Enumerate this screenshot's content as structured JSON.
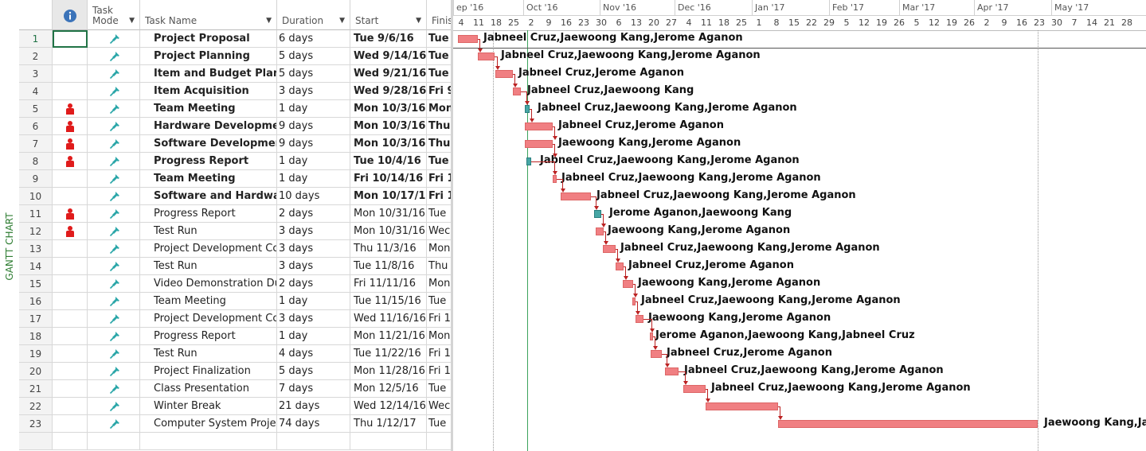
{
  "sidebar": {
    "label": "GANTT CHART"
  },
  "columns": {
    "indicators_icon": "info-icon",
    "task_mode": "Task Mode",
    "task_name": "Task Name",
    "duration": "Duration",
    "start": "Start",
    "finish": "Finis"
  },
  "tasks": [
    {
      "id": "1",
      "name": "Project Proposal",
      "duration": "6 days",
      "start": "Tue 9/6/16",
      "finish": "Tue",
      "bold": true,
      "person": false,
      "label": "Jabneel Cruz,Jaewoong Kang,Jerome Aganon",
      "color": "red"
    },
    {
      "id": "2",
      "name": "Project Planning",
      "duration": "5 days",
      "start": "Wed 9/14/16",
      "finish": "Tue",
      "bold": true,
      "person": false,
      "label": "Jabneel Cruz,Jaewoong Kang,Jerome Aganon",
      "color": "red"
    },
    {
      "id": "3",
      "name": "Item and Budget Plannin",
      "duration": "5 days",
      "start": "Wed 9/21/16",
      "finish": "Tue",
      "bold": true,
      "person": false,
      "label": "Jabneel Cruz,Jerome Aganon",
      "color": "red"
    },
    {
      "id": "4",
      "name": "Item Acquisition",
      "duration": "3 days",
      "start": "Wed 9/28/16",
      "finish": "Fri 9",
      "bold": true,
      "person": false,
      "label": "Jabneel Cruz,Jaewoong Kang",
      "color": "red"
    },
    {
      "id": "5",
      "name": "Team Meeting",
      "duration": "1 day",
      "start": "Mon 10/3/16",
      "finish": "Mon",
      "bold": true,
      "person": true,
      "label": "Jabneel Cruz,Jaewoong Kang,Jerome Aganon",
      "color": "teal"
    },
    {
      "id": "6",
      "name": "Hardware Development",
      "duration": "9 days",
      "start": "Mon 10/3/16",
      "finish": "Thu",
      "bold": true,
      "person": true,
      "label": "Jabneel Cruz,Jerome Aganon",
      "color": "red"
    },
    {
      "id": "7",
      "name": "Software Development",
      "duration": "9 days",
      "start": "Mon 10/3/16",
      "finish": "Thu",
      "bold": true,
      "person": true,
      "label": "Jaewoong Kang,Jerome Aganon",
      "color": "red"
    },
    {
      "id": "8",
      "name": "Progress Report",
      "duration": "1 day",
      "start": "Tue 10/4/16",
      "finish": "Tue",
      "bold": true,
      "person": true,
      "label": "Jabneel Cruz,Jaewoong Kang,Jerome Aganon",
      "color": "teal"
    },
    {
      "id": "9",
      "name": "Team Meeting",
      "duration": "1 day",
      "start": "Fri 10/14/16",
      "finish": "Fri 1",
      "bold": true,
      "person": false,
      "label": "Jabneel Cruz,Jaewoong Kang,Jerome Aganon",
      "color": "red"
    },
    {
      "id": "10",
      "name": "Software and Hardware I",
      "duration": "10 days",
      "start": "Mon 10/17/16",
      "finish": "Fri 1",
      "bold": true,
      "person": false,
      "label": "Jabneel Cruz,Jaewoong Kang,Jerome Aganon",
      "color": "red"
    },
    {
      "id": "11",
      "name": "Progress Report",
      "duration": "2 days",
      "start": "Mon 10/31/16",
      "finish": "Tue",
      "bold": false,
      "person": true,
      "label": "Jerome Aganon,Jaewoong Kang",
      "color": "teal"
    },
    {
      "id": "12",
      "name": "Test Run",
      "duration": "3 days",
      "start": "Mon 10/31/16",
      "finish": "Wec",
      "bold": false,
      "person": true,
      "label": "Jaewoong Kang,Jerome Aganon",
      "color": "red"
    },
    {
      "id": "13",
      "name": "Project Development Co",
      "duration": "3 days",
      "start": "Thu 11/3/16",
      "finish": "Mon",
      "bold": false,
      "person": false,
      "label": "Jabneel Cruz,Jaewoong Kang,Jerome Aganon",
      "color": "red"
    },
    {
      "id": "14",
      "name": "Test Run",
      "duration": "3 days",
      "start": "Tue 11/8/16",
      "finish": "Thu",
      "bold": false,
      "person": false,
      "label": "Jabneel Cruz,Jerome Aganon",
      "color": "red"
    },
    {
      "id": "15",
      "name": "Video Demonstration Du",
      "duration": "2 days",
      "start": "Fri 11/11/16",
      "finish": "Mon",
      "bold": false,
      "person": false,
      "label": "Jaewoong Kang,Jerome Aganon",
      "color": "red"
    },
    {
      "id": "16",
      "name": "Team Meeting",
      "duration": "1 day",
      "start": "Tue 11/15/16",
      "finish": "Tue",
      "bold": false,
      "person": false,
      "label": "Jabneel Cruz,Jaewoong Kang,Jerome Aganon",
      "color": "red"
    },
    {
      "id": "17",
      "name": "Project Development Co",
      "duration": "3 days",
      "start": "Wed 11/16/16",
      "finish": "Fri 1",
      "bold": false,
      "person": false,
      "label": "Jaewoong Kang,Jerome Aganon",
      "color": "red"
    },
    {
      "id": "18",
      "name": "Progress Report",
      "duration": "1 day",
      "start": "Mon 11/21/16",
      "finish": "Mon",
      "bold": false,
      "person": false,
      "label": "Jerome Aganon,Jaewoong Kang,Jabneel Cruz",
      "color": "red"
    },
    {
      "id": "19",
      "name": "Test Run",
      "duration": "4 days",
      "start": "Tue 11/22/16",
      "finish": "Fri 1",
      "bold": false,
      "person": false,
      "label": "Jabneel Cruz,Jerome Aganon",
      "color": "red"
    },
    {
      "id": "20",
      "name": "Project Finalization",
      "duration": "5 days",
      "start": "Mon 11/28/16",
      "finish": "Fri 1",
      "bold": false,
      "person": false,
      "label": "Jabneel Cruz,Jaewoong Kang,Jerome Aganon",
      "color": "red"
    },
    {
      "id": "21",
      "name": "Class Presentation",
      "duration": "7 days",
      "start": "Mon 12/5/16",
      "finish": "Tue",
      "bold": false,
      "person": false,
      "label": "Jabneel Cruz,Jaewoong Kang,Jerome Aganon",
      "color": "red"
    },
    {
      "id": "22",
      "name": "Winter Break",
      "duration": "21 days",
      "start": "Wed 12/14/16",
      "finish": "Wec",
      "bold": false,
      "person": false,
      "label": "",
      "color": "red"
    },
    {
      "id": "23",
      "name": "Computer System Projec",
      "duration": "74 days",
      "start": "Thu 1/12/17",
      "finish": "Tue",
      "bold": false,
      "person": false,
      "label": "Jaewoong Kang,Ja",
      "color": "red"
    }
  ],
  "timeline": {
    "months": [
      "ep '16",
      "Oct '16",
      "Nov '16",
      "Dec '16",
      "Jan '17",
      "Feb '17",
      "Mar '17",
      "Apr '17",
      "May '17"
    ],
    "days": [
      "4",
      "11",
      "18",
      "25",
      "2",
      "9",
      "16",
      "23",
      "30",
      "6",
      "13",
      "20",
      "27",
      "4",
      "11",
      "18",
      "25",
      "1",
      "8",
      "15",
      "22",
      "29",
      "5",
      "12",
      "19",
      "26",
      "5",
      "12",
      "19",
      "26",
      "2",
      "9",
      "16",
      "23",
      "30",
      "7",
      "14",
      "21",
      "28"
    ]
  },
  "colors": {
    "bar": "#f07f82",
    "bar_teal": "#47a6a5",
    "link": "#b22222",
    "sidebar_label": "#2e7d32",
    "selection": "#217346"
  }
}
